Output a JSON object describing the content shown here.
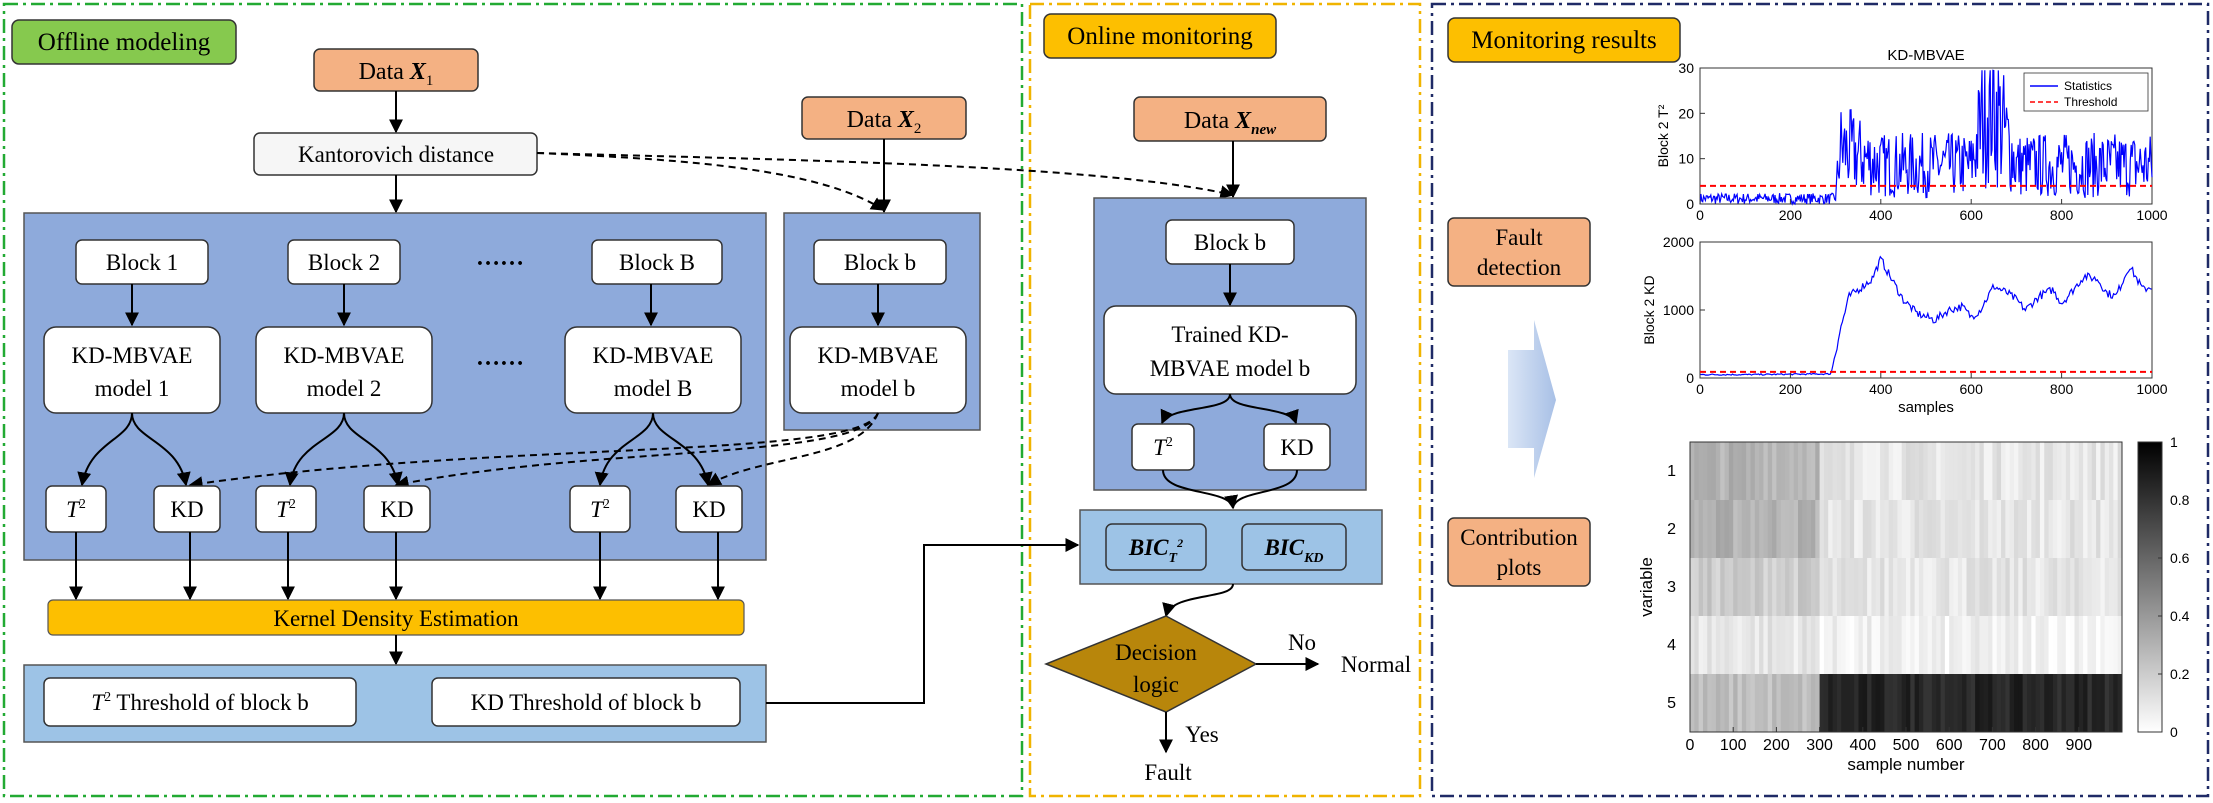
{
  "offline": {
    "title": "Offline modeling",
    "data1": {
      "label": "Data ",
      "var": "X",
      "sub": "1"
    },
    "data2": {
      "label": "Data ",
      "var": "X",
      "sub": "2"
    },
    "kantorovich": "Kantorovich distance",
    "blocks": [
      "Block 1",
      "Block 2",
      "Block B",
      "Block b"
    ],
    "ellipsis": "……",
    "models": [
      {
        "line1": "KD-MBVAE",
        "line2": "model 1"
      },
      {
        "line1": "KD-MBVAE",
        "line2": "model 2"
      },
      {
        "line1": "KD-MBVAE",
        "line2": "model B"
      },
      {
        "line1": "KD-MBVAE",
        "line2": "model b"
      }
    ],
    "t2": {
      "base": "T",
      "sup": "2"
    },
    "kd": "KD",
    "kde": "Kernel Density Estimation",
    "t2_threshold": {
      "base": "T",
      "sup": "2",
      "rest": " Threshold of block b"
    },
    "kd_threshold": "KD Threshold of block b"
  },
  "online": {
    "title": "Online monitoring",
    "datanew": {
      "label": "Data ",
      "var": "X",
      "sub": "new"
    },
    "block": "Block b",
    "trained": {
      "line1": "Trained KD-",
      "line2": "MBVAE model b"
    },
    "bic_t2": {
      "base": "BIC",
      "sub": "T",
      "sup": "2"
    },
    "bic_kd": {
      "base": "BIC",
      "sub": "KD"
    },
    "decision": {
      "line1": "Decision",
      "line2": "logic"
    },
    "no": "No",
    "normal": "Normal",
    "yes": "Yes",
    "fault": "Fault"
  },
  "results": {
    "title": "Monitoring results",
    "fault_detection": {
      "line1": "Fault",
      "line2": "detection"
    },
    "contribution": {
      "line1": "Contribution",
      "line2": "plots"
    }
  },
  "chart_data": [
    {
      "type": "line",
      "title": "KD-MBVAE",
      "ylabel": "Block 2 T²",
      "xlabel": "",
      "xlim": [
        0,
        1000
      ],
      "ylim": [
        0,
        30
      ],
      "xticks": [
        0,
        200,
        400,
        600,
        800,
        1000
      ],
      "yticks": [
        0,
        10,
        20,
        30
      ],
      "legend": "top-right",
      "series": [
        {
          "name": "Statistics",
          "color": "#0000ff",
          "style": "solid",
          "x": [
            0,
            100,
            200,
            300,
            310,
            400,
            500,
            600,
            640,
            700,
            800,
            900,
            1000
          ],
          "y": [
            1.5,
            1.5,
            1.5,
            1.5,
            13,
            9,
            9,
            9,
            26,
            9,
            9,
            9,
            9
          ]
        },
        {
          "name": "Threshold",
          "color": "#ff0000",
          "style": "dashed",
          "x": [
            0,
            1000
          ],
          "y": [
            4,
            4
          ]
        }
      ]
    },
    {
      "type": "line",
      "title": "",
      "ylabel": "Block 2 KD",
      "xlabel": "samples",
      "xlim": [
        0,
        1000
      ],
      "ylim": [
        0,
        2000
      ],
      "xticks": [
        0,
        200,
        400,
        600,
        800,
        1000
      ],
      "yticks": [
        0,
        1000,
        2000
      ],
      "series": [
        {
          "name": "",
          "color": "#0000ff",
          "style": "solid",
          "x": [
            0,
            100,
            200,
            290,
            310,
            330,
            360,
            380,
            400,
            420,
            450,
            480,
            500,
            520,
            550,
            580,
            600,
            620,
            650,
            680,
            700,
            720,
            750,
            780,
            800,
            820,
            850,
            880,
            900,
            920,
            950,
            980,
            1000
          ],
          "y": [
            40,
            40,
            45,
            50,
            700,
            1200,
            1350,
            1450,
            1750,
            1500,
            1150,
            950,
            900,
            850,
            1000,
            1050,
            900,
            1000,
            1350,
            1250,
            1150,
            1000,
            1200,
            1300,
            1100,
            1250,
            1500,
            1450,
            1250,
            1200,
            1650,
            1300,
            1350
          ]
        },
        {
          "name": "",
          "color": "#ff0000",
          "style": "dashed",
          "x": [
            0,
            1000
          ],
          "y": [
            90,
            90
          ]
        }
      ]
    },
    {
      "type": "heatmap",
      "title": "",
      "ylabel": "variable",
      "xlabel": "sample number",
      "xlim": [
        0,
        1000
      ],
      "xticks": [
        0,
        100,
        200,
        300,
        400,
        500,
        600,
        700,
        800,
        900
      ],
      "yticks": [
        1,
        2,
        3,
        4,
        5
      ],
      "colorbar_ticks": [
        0,
        0.2,
        0.4,
        0.6,
        0.8,
        1
      ],
      "colormap": "gray-reversed",
      "rows": [
        {
          "variable": 1,
          "before_300": 0.3,
          "after_300": 0.1
        },
        {
          "variable": 2,
          "before_300": 0.3,
          "after_300": 0.1
        },
        {
          "variable": 3,
          "before_300": 0.2,
          "after_300": 0.1
        },
        {
          "variable": 4,
          "before_300": 0.1,
          "after_300": 0.05
        },
        {
          "variable": 5,
          "before_300": 0.25,
          "after_300": 0.85
        }
      ]
    }
  ]
}
